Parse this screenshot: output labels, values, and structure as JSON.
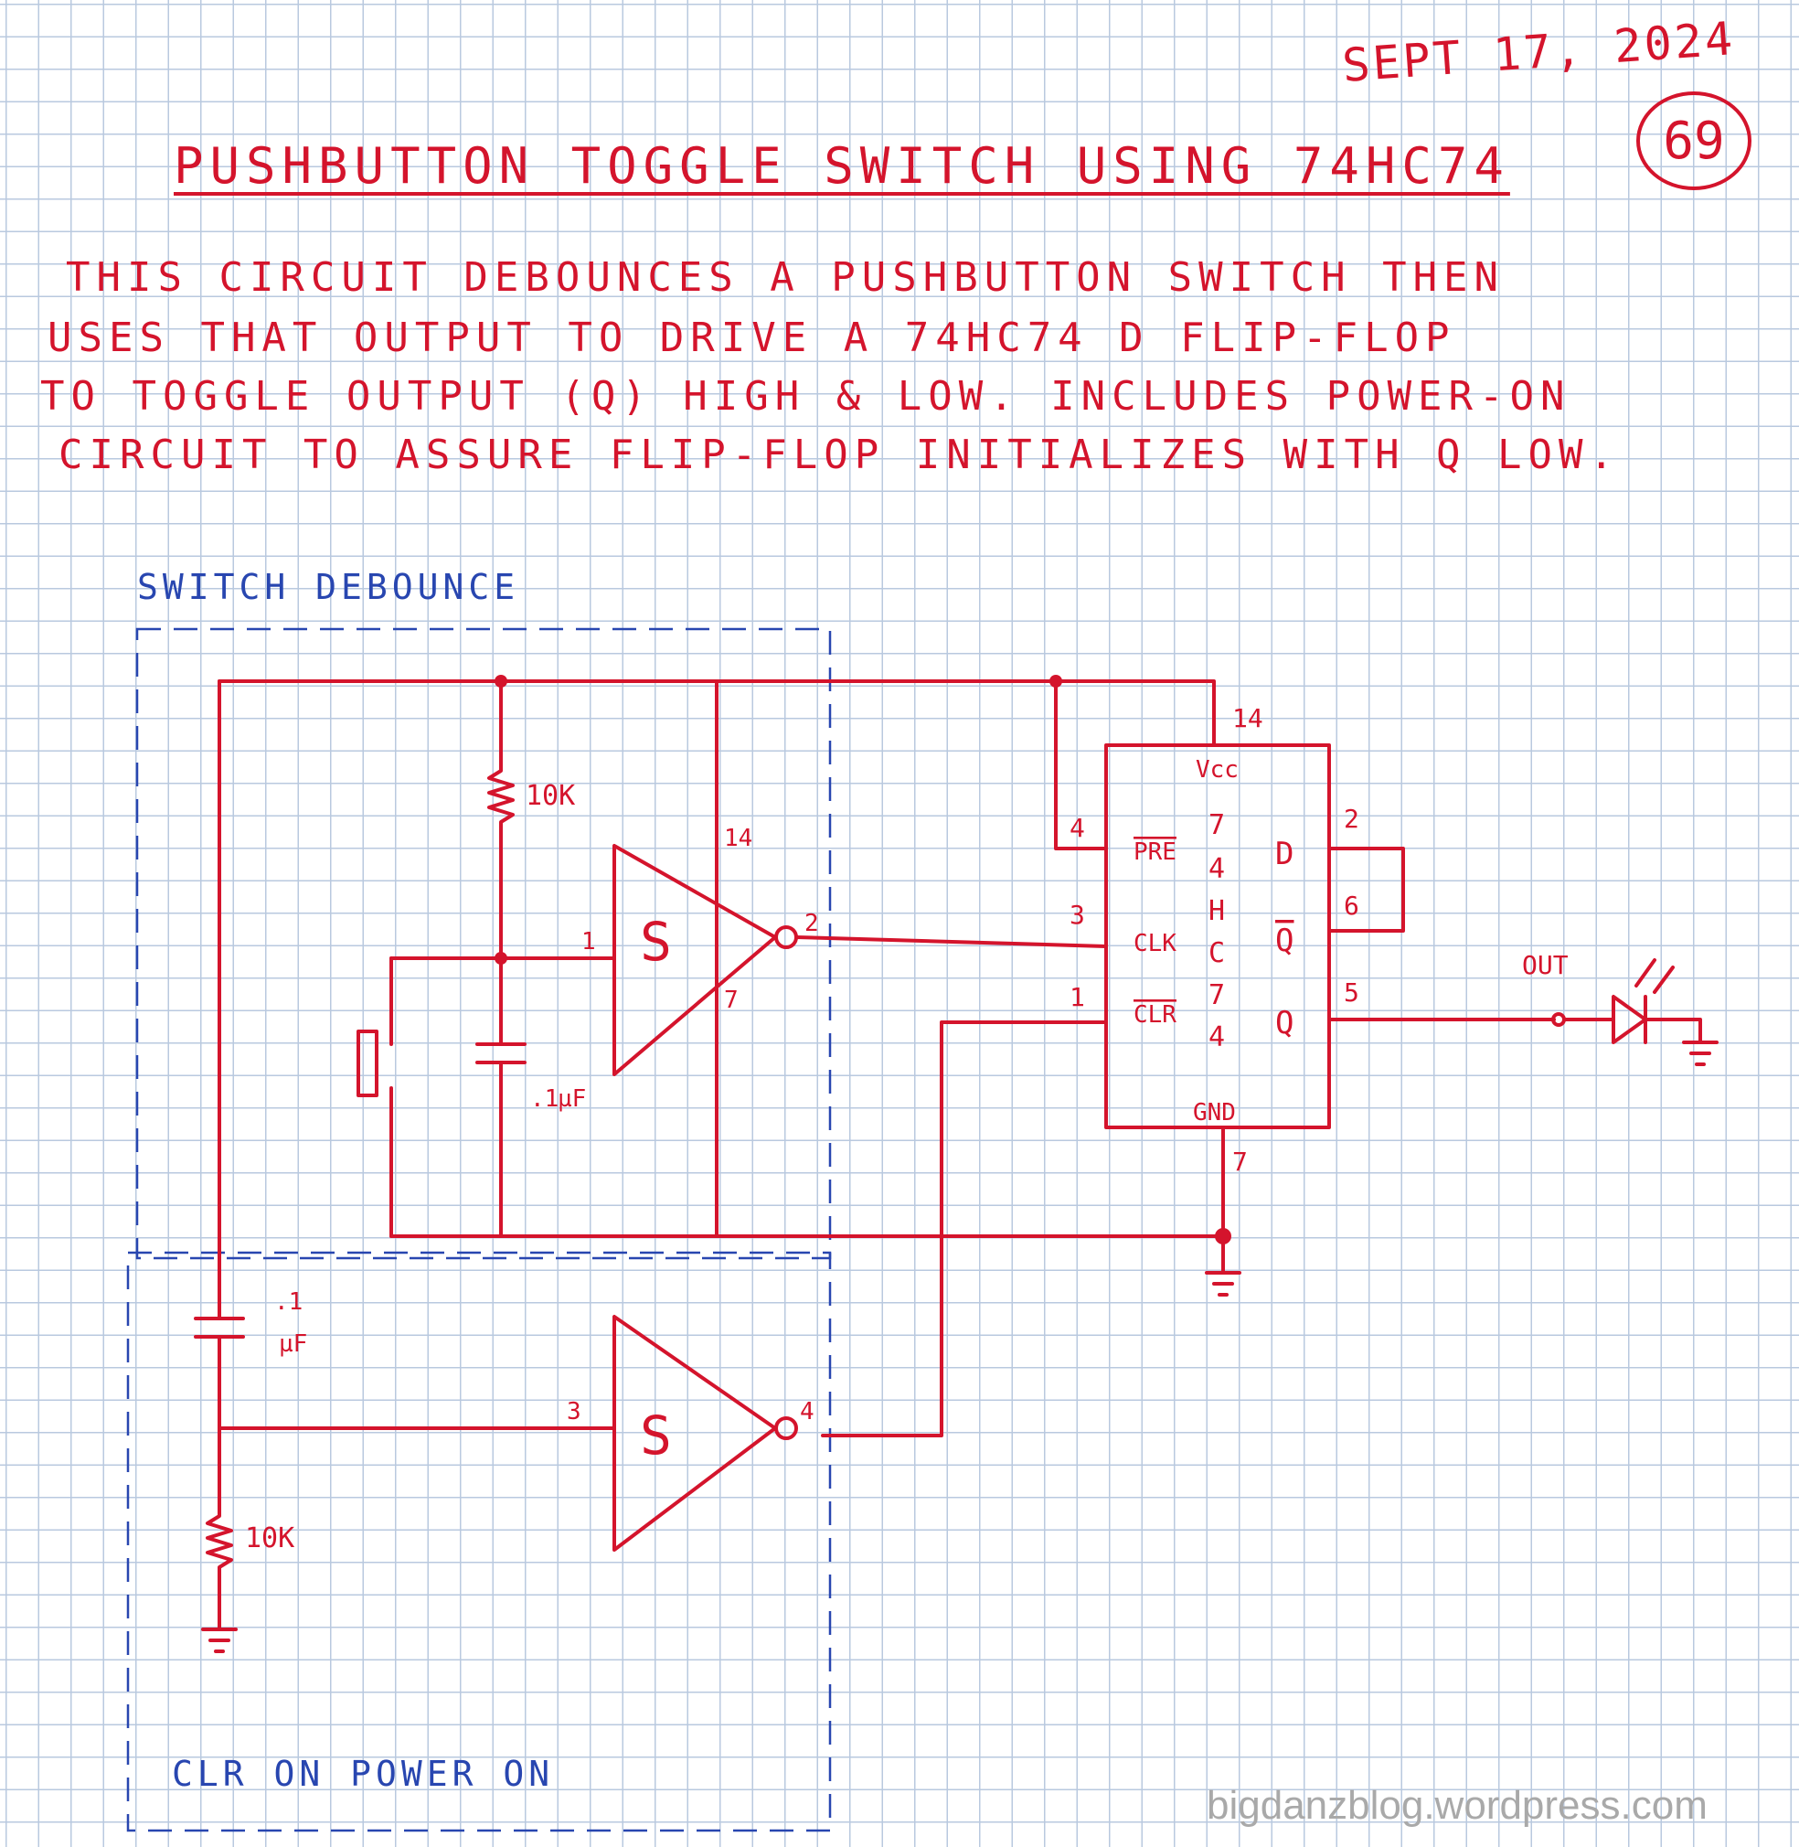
{
  "header": {
    "date": "SEPT 17, 2024",
    "page_number": "69",
    "title": "PUSHBUTTON TOGGLE SWITCH USING 74HC74"
  },
  "description": {
    "line1": "THIS CIRCUIT DEBOUNCES A PUSHBUTTON SWITCH THEN",
    "line2": "USES THAT OUTPUT TO DRIVE A 74HC74 D FLIP-FLOP",
    "line3": "TO TOGGLE OUTPUT (Q) HIGH & LOW. INCLUDES POWER-ON",
    "line4": "CIRCUIT TO ASSURE FLIP-FLOP INITIALIZES WITH Q LOW."
  },
  "sections": {
    "debounce_label": "SWITCH DEBOUNCE",
    "clr_label": "CLR ON POWER ON"
  },
  "components": {
    "r1": "10K",
    "c1_value": ".1",
    "c1_unit": "µF",
    "c2_value": ".1",
    "c2_unit": "µF",
    "r2": "10K",
    "inv1_pin_in": "1",
    "inv1_pin_out": "2",
    "inv1_vcc_pin": "14",
    "inv1_gnd_pin": "7",
    "inv2_pin_in": "3",
    "inv2_pin_out": "4",
    "schmitt_symbol": "S",
    "out_label": "OUT"
  },
  "flipflop": {
    "vcc_pin": "14",
    "vcc": "Vcc",
    "pre_pin": "4",
    "pre": "PRE",
    "clk_pin": "3",
    "clk": "CLK",
    "clr_pin": "1",
    "clr": "CLR",
    "d_pin": "2",
    "d": "D",
    "qbar_pin": "6",
    "qbar": "Q",
    "q_pin": "5",
    "q": "Q",
    "gnd": "GND",
    "gnd_pin": "7",
    "part_chars": [
      "7",
      "4",
      "H",
      "C",
      "7",
      "4"
    ]
  },
  "footer": {
    "watermark": "bigdanzblog.wordpress.com"
  }
}
